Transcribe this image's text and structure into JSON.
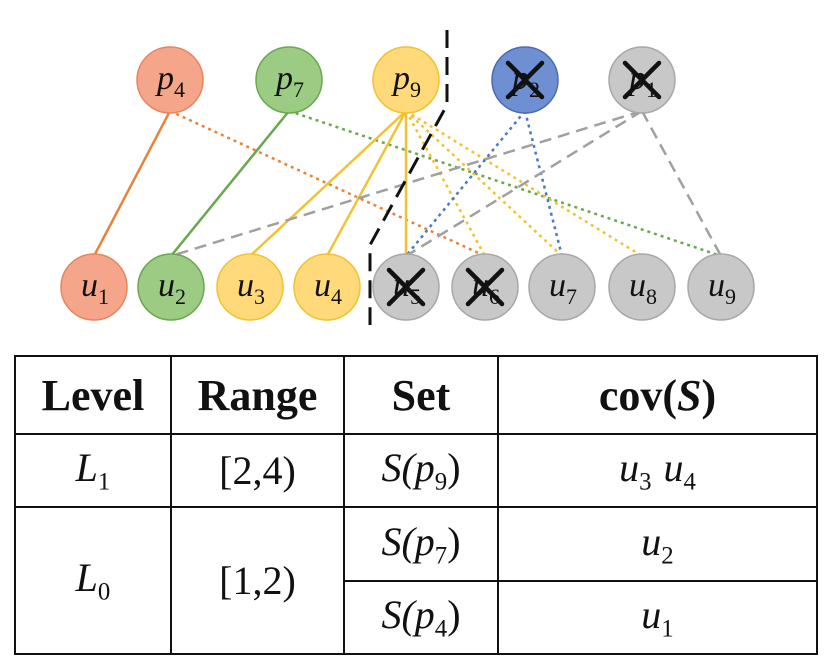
{
  "graph": {
    "top_nodes": [
      {
        "id": "p4",
        "base": "p",
        "sub": "4",
        "fill": "#f4a58a",
        "stroke": "#e8855f",
        "crossed": false
      },
      {
        "id": "p7",
        "base": "p",
        "sub": "7",
        "fill": "#9ccc83",
        "stroke": "#6aa84f",
        "crossed": false
      },
      {
        "id": "p9",
        "base": "p",
        "sub": "9",
        "fill": "#ffd97a",
        "stroke": "#f1c232",
        "crossed": false
      },
      {
        "id": "p2",
        "base": "p",
        "sub": "2",
        "fill": "#6f8fd3",
        "stroke": "#4a6bb8",
        "crossed": true
      },
      {
        "id": "p1",
        "base": "p",
        "sub": "1",
        "fill": "#c8c8c8",
        "stroke": "#a8a8a8",
        "crossed": true
      }
    ],
    "bottom_nodes": [
      {
        "id": "u1",
        "base": "u",
        "sub": "1",
        "fill": "#f4a58a",
        "stroke": "#e8855f",
        "crossed": false
      },
      {
        "id": "u2",
        "base": "u",
        "sub": "2",
        "fill": "#9ccc83",
        "stroke": "#6aa84f",
        "crossed": false
      },
      {
        "id": "u3",
        "base": "u",
        "sub": "3",
        "fill": "#ffd97a",
        "stroke": "#f1c232",
        "crossed": false
      },
      {
        "id": "u4",
        "base": "u",
        "sub": "4",
        "fill": "#ffd97a",
        "stroke": "#f1c232",
        "crossed": false
      },
      {
        "id": "u5",
        "base": "u",
        "sub": "5",
        "fill": "#c8c8c8",
        "stroke": "#a8a8a8",
        "crossed": true
      },
      {
        "id": "u6",
        "base": "u",
        "sub": "6",
        "fill": "#c8c8c8",
        "stroke": "#a8a8a8",
        "crossed": true
      },
      {
        "id": "u7",
        "base": "u",
        "sub": "7",
        "fill": "#c8c8c8",
        "stroke": "#a8a8a8",
        "crossed": false
      },
      {
        "id": "u8",
        "base": "u",
        "sub": "8",
        "fill": "#c8c8c8",
        "stroke": "#a8a8a8",
        "crossed": false
      },
      {
        "id": "u9",
        "base": "u",
        "sub": "9",
        "fill": "#c8c8c8",
        "stroke": "#a8a8a8",
        "crossed": false
      }
    ],
    "edges": [
      {
        "from": "p4",
        "to": "u1",
        "style": "solid",
        "color": "#e8833a"
      },
      {
        "from": "p4",
        "to": "u6",
        "style": "dotted",
        "color": "#e8833a"
      },
      {
        "from": "p7",
        "to": "u2",
        "style": "solid",
        "color": "#6aa84f"
      },
      {
        "from": "p7",
        "to": "u9",
        "style": "dotted",
        "color": "#6aa84f"
      },
      {
        "from": "p9",
        "to": "u3",
        "style": "solid",
        "color": "#f1c232"
      },
      {
        "from": "p9",
        "to": "u4",
        "style": "solid",
        "color": "#f1c232"
      },
      {
        "from": "p9",
        "to": "u5",
        "style": "solid",
        "color": "#f1c232"
      },
      {
        "from": "p9",
        "to": "u6",
        "style": "dotted",
        "color": "#f1c232"
      },
      {
        "from": "p9",
        "to": "u7",
        "style": "dotted",
        "color": "#f1c232"
      },
      {
        "from": "p9",
        "to": "u8",
        "style": "dotted",
        "color": "#f1c232"
      },
      {
        "from": "p2",
        "to": "u5",
        "style": "dotted",
        "color": "#4a78c4"
      },
      {
        "from": "p2",
        "to": "u7",
        "style": "dotted",
        "color": "#4a78c4"
      },
      {
        "from": "p1",
        "to": "u2",
        "style": "dashed",
        "color": "#a0a0a0"
      },
      {
        "from": "p1",
        "to": "u5",
        "style": "dashed",
        "color": "#a0a0a0"
      },
      {
        "from": "p1",
        "to": "u9",
        "style": "dashed",
        "color": "#a0a0a0"
      }
    ],
    "divider_color": "#111111"
  },
  "table": {
    "headers": {
      "level": "Level",
      "range": "Range",
      "set": "Set",
      "cov_prefix": "cov(",
      "cov_var": "S",
      "cov_suffix": ")"
    },
    "rows": [
      {
        "level_base": "L",
        "level_sub": "1",
        "range": "[2,4)",
        "entries": [
          {
            "set_func": "S(",
            "set_var": "p",
            "set_sub": "9",
            "set_close": ")",
            "cov": [
              {
                "base": "u",
                "sub": "3"
              },
              {
                "base": "u",
                "sub": "4"
              }
            ]
          }
        ]
      },
      {
        "level_base": "L",
        "level_sub": "0",
        "range": "[1,2)",
        "entries": [
          {
            "set_func": "S(",
            "set_var": "p",
            "set_sub": "7",
            "set_close": ")",
            "cov": [
              {
                "base": "u",
                "sub": "2"
              }
            ]
          },
          {
            "set_func": "S(",
            "set_var": "p",
            "set_sub": "4",
            "set_close": ")",
            "cov": [
              {
                "base": "u",
                "sub": "1"
              }
            ]
          }
        ]
      }
    ]
  }
}
